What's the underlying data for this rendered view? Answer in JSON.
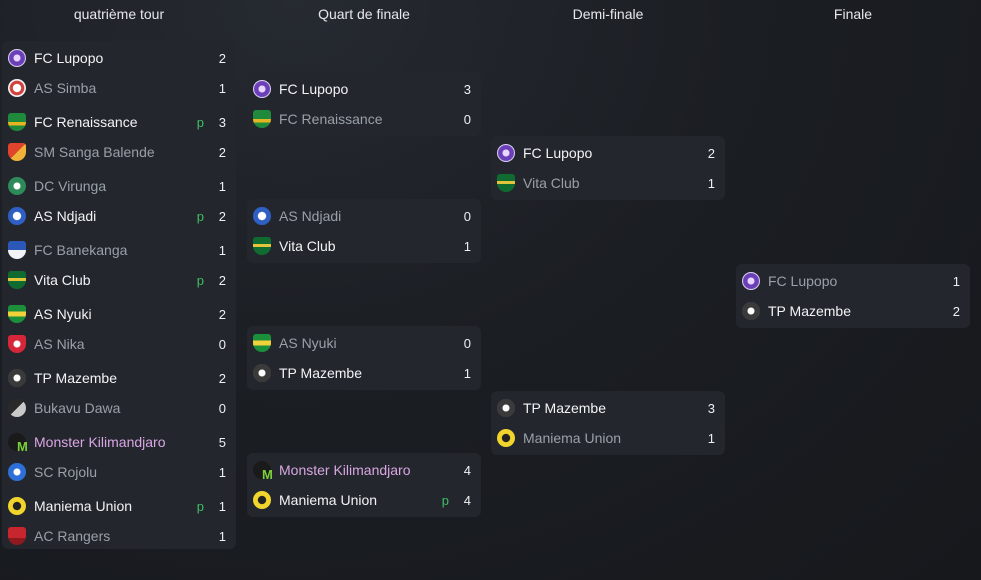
{
  "rounds": {
    "r16": "quatrième tour",
    "qf": "Quart de finale",
    "sf": "Demi-finale",
    "final": "Finale"
  },
  "r16": [
    {
      "home": {
        "name": "FC Lupopo",
        "score": "2",
        "pen": ""
      },
      "away": {
        "name": "AS Simba",
        "score": "1",
        "pen": ""
      }
    },
    {
      "home": {
        "name": "FC Renaissance",
        "score": "3",
        "pen": "p"
      },
      "away": {
        "name": "SM Sanga Balende",
        "score": "2",
        "pen": ""
      }
    },
    {
      "home": {
        "name": "DC Virunga",
        "score": "1",
        "pen": ""
      },
      "away": {
        "name": "AS Ndjadi",
        "score": "2",
        "pen": "p"
      }
    },
    {
      "home": {
        "name": "FC Banekanga",
        "score": "1",
        "pen": ""
      },
      "away": {
        "name": "Vita Club",
        "score": "2",
        "pen": "p"
      }
    },
    {
      "home": {
        "name": "AS Nyuki",
        "score": "2",
        "pen": ""
      },
      "away": {
        "name": "AS Nika",
        "score": "0",
        "pen": ""
      }
    },
    {
      "home": {
        "name": "TP Mazembe",
        "score": "2",
        "pen": ""
      },
      "away": {
        "name": "Bukavu Dawa",
        "score": "0",
        "pen": ""
      }
    },
    {
      "home": {
        "name": "Monster Kilimandjaro",
        "score": "5",
        "pen": ""
      },
      "away": {
        "name": "SC Rojolu",
        "score": "1",
        "pen": ""
      }
    },
    {
      "home": {
        "name": "Maniema Union",
        "score": "1",
        "pen": "p"
      },
      "away": {
        "name": "AC Rangers",
        "score": "1",
        "pen": ""
      }
    }
  ],
  "qf": [
    {
      "home": {
        "name": "FC Lupopo",
        "score": "3",
        "pen": ""
      },
      "away": {
        "name": "FC Renaissance",
        "score": "0",
        "pen": ""
      }
    },
    {
      "home": {
        "name": "AS Ndjadi",
        "score": "0",
        "pen": ""
      },
      "away": {
        "name": "Vita Club",
        "score": "1",
        "pen": ""
      }
    },
    {
      "home": {
        "name": "AS Nyuki",
        "score": "0",
        "pen": ""
      },
      "away": {
        "name": "TP Mazembe",
        "score": "1",
        "pen": ""
      }
    },
    {
      "home": {
        "name": "Monster Kilimandjaro",
        "score": "4",
        "pen": ""
      },
      "away": {
        "name": "Maniema Union",
        "score": "4",
        "pen": "p"
      }
    }
  ],
  "sf": [
    {
      "home": {
        "name": "FC Lupopo",
        "score": "2",
        "pen": ""
      },
      "away": {
        "name": "Vita Club",
        "score": "1",
        "pen": ""
      }
    },
    {
      "home": {
        "name": "TP Mazembe",
        "score": "3",
        "pen": ""
      },
      "away": {
        "name": "Maniema Union",
        "score": "1",
        "pen": ""
      }
    }
  ],
  "final": [
    {
      "home": {
        "name": "FC Lupopo",
        "score": "1",
        "pen": ""
      },
      "away": {
        "name": "TP Mazembe",
        "score": "2",
        "pen": ""
      }
    }
  ],
  "icons": {
    "monster_mark": "M",
    "crest_names": [
      "lupopo-crest-icon",
      "simba-crest-icon",
      "renaissance-crest-icon",
      "sanga-balende-crest-icon",
      "virunga-crest-icon",
      "ndjadi-crest-icon",
      "banekanga-crest-icon",
      "vita-club-crest-icon",
      "nyuki-crest-icon",
      "nika-crest-icon",
      "mazembe-crest-icon",
      "bukavu-dawa-crest-icon",
      "monster-crest-icon",
      "rojolu-crest-icon",
      "maniema-crest-icon",
      "rangers-crest-icon"
    ]
  },
  "colors": {
    "winner_text": "#f2f3f5",
    "loser_text": "#9aa0a8",
    "highlight_text": "#d9a6e3",
    "penalty_marker": "#3fbf62",
    "card_bg": "#23272d"
  }
}
